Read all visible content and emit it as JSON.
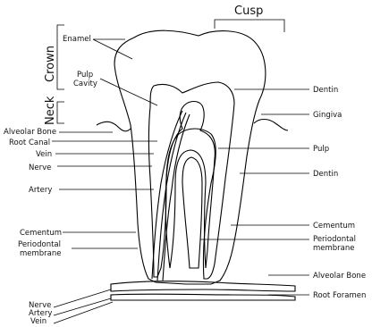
{
  "diagram": {
    "colors": {
      "tissue_fill": "#f1a8cc",
      "cavity_fill": "#ffffff",
      "stroke": "#000000"
    },
    "labels": {
      "cusp": "Cusp",
      "crown": "Crown",
      "neck": "Neck",
      "enamel": "Enamel",
      "pulp_cavity_1": "Pulp",
      "pulp_cavity_2": "Cavity",
      "alveolar_bone_left": "Alveolar Bone",
      "root_canal": "Root Canal",
      "vein_left": "Vein",
      "nerve_left": "Nerve",
      "artery_left": "Artery",
      "cementum_left": "Cementum",
      "periodontal_left_1": "Periodontal",
      "periodontal_left_2": "membrane",
      "nerve_bottom": "Nerve",
      "artery_bottom": "Artery",
      "vein_bottom": "Vein",
      "dentin_top": "Dentin",
      "gingiva": "Gingiva",
      "pulp": "Pulp",
      "dentin_mid": "Dentin",
      "cementum_right": "Cementum",
      "periodontal_right_1": "Periodontal",
      "periodontal_right_2": "membrane",
      "alveolar_bone_right": "Alveolar Bone",
      "root_foramen": "Root Foramen"
    }
  }
}
